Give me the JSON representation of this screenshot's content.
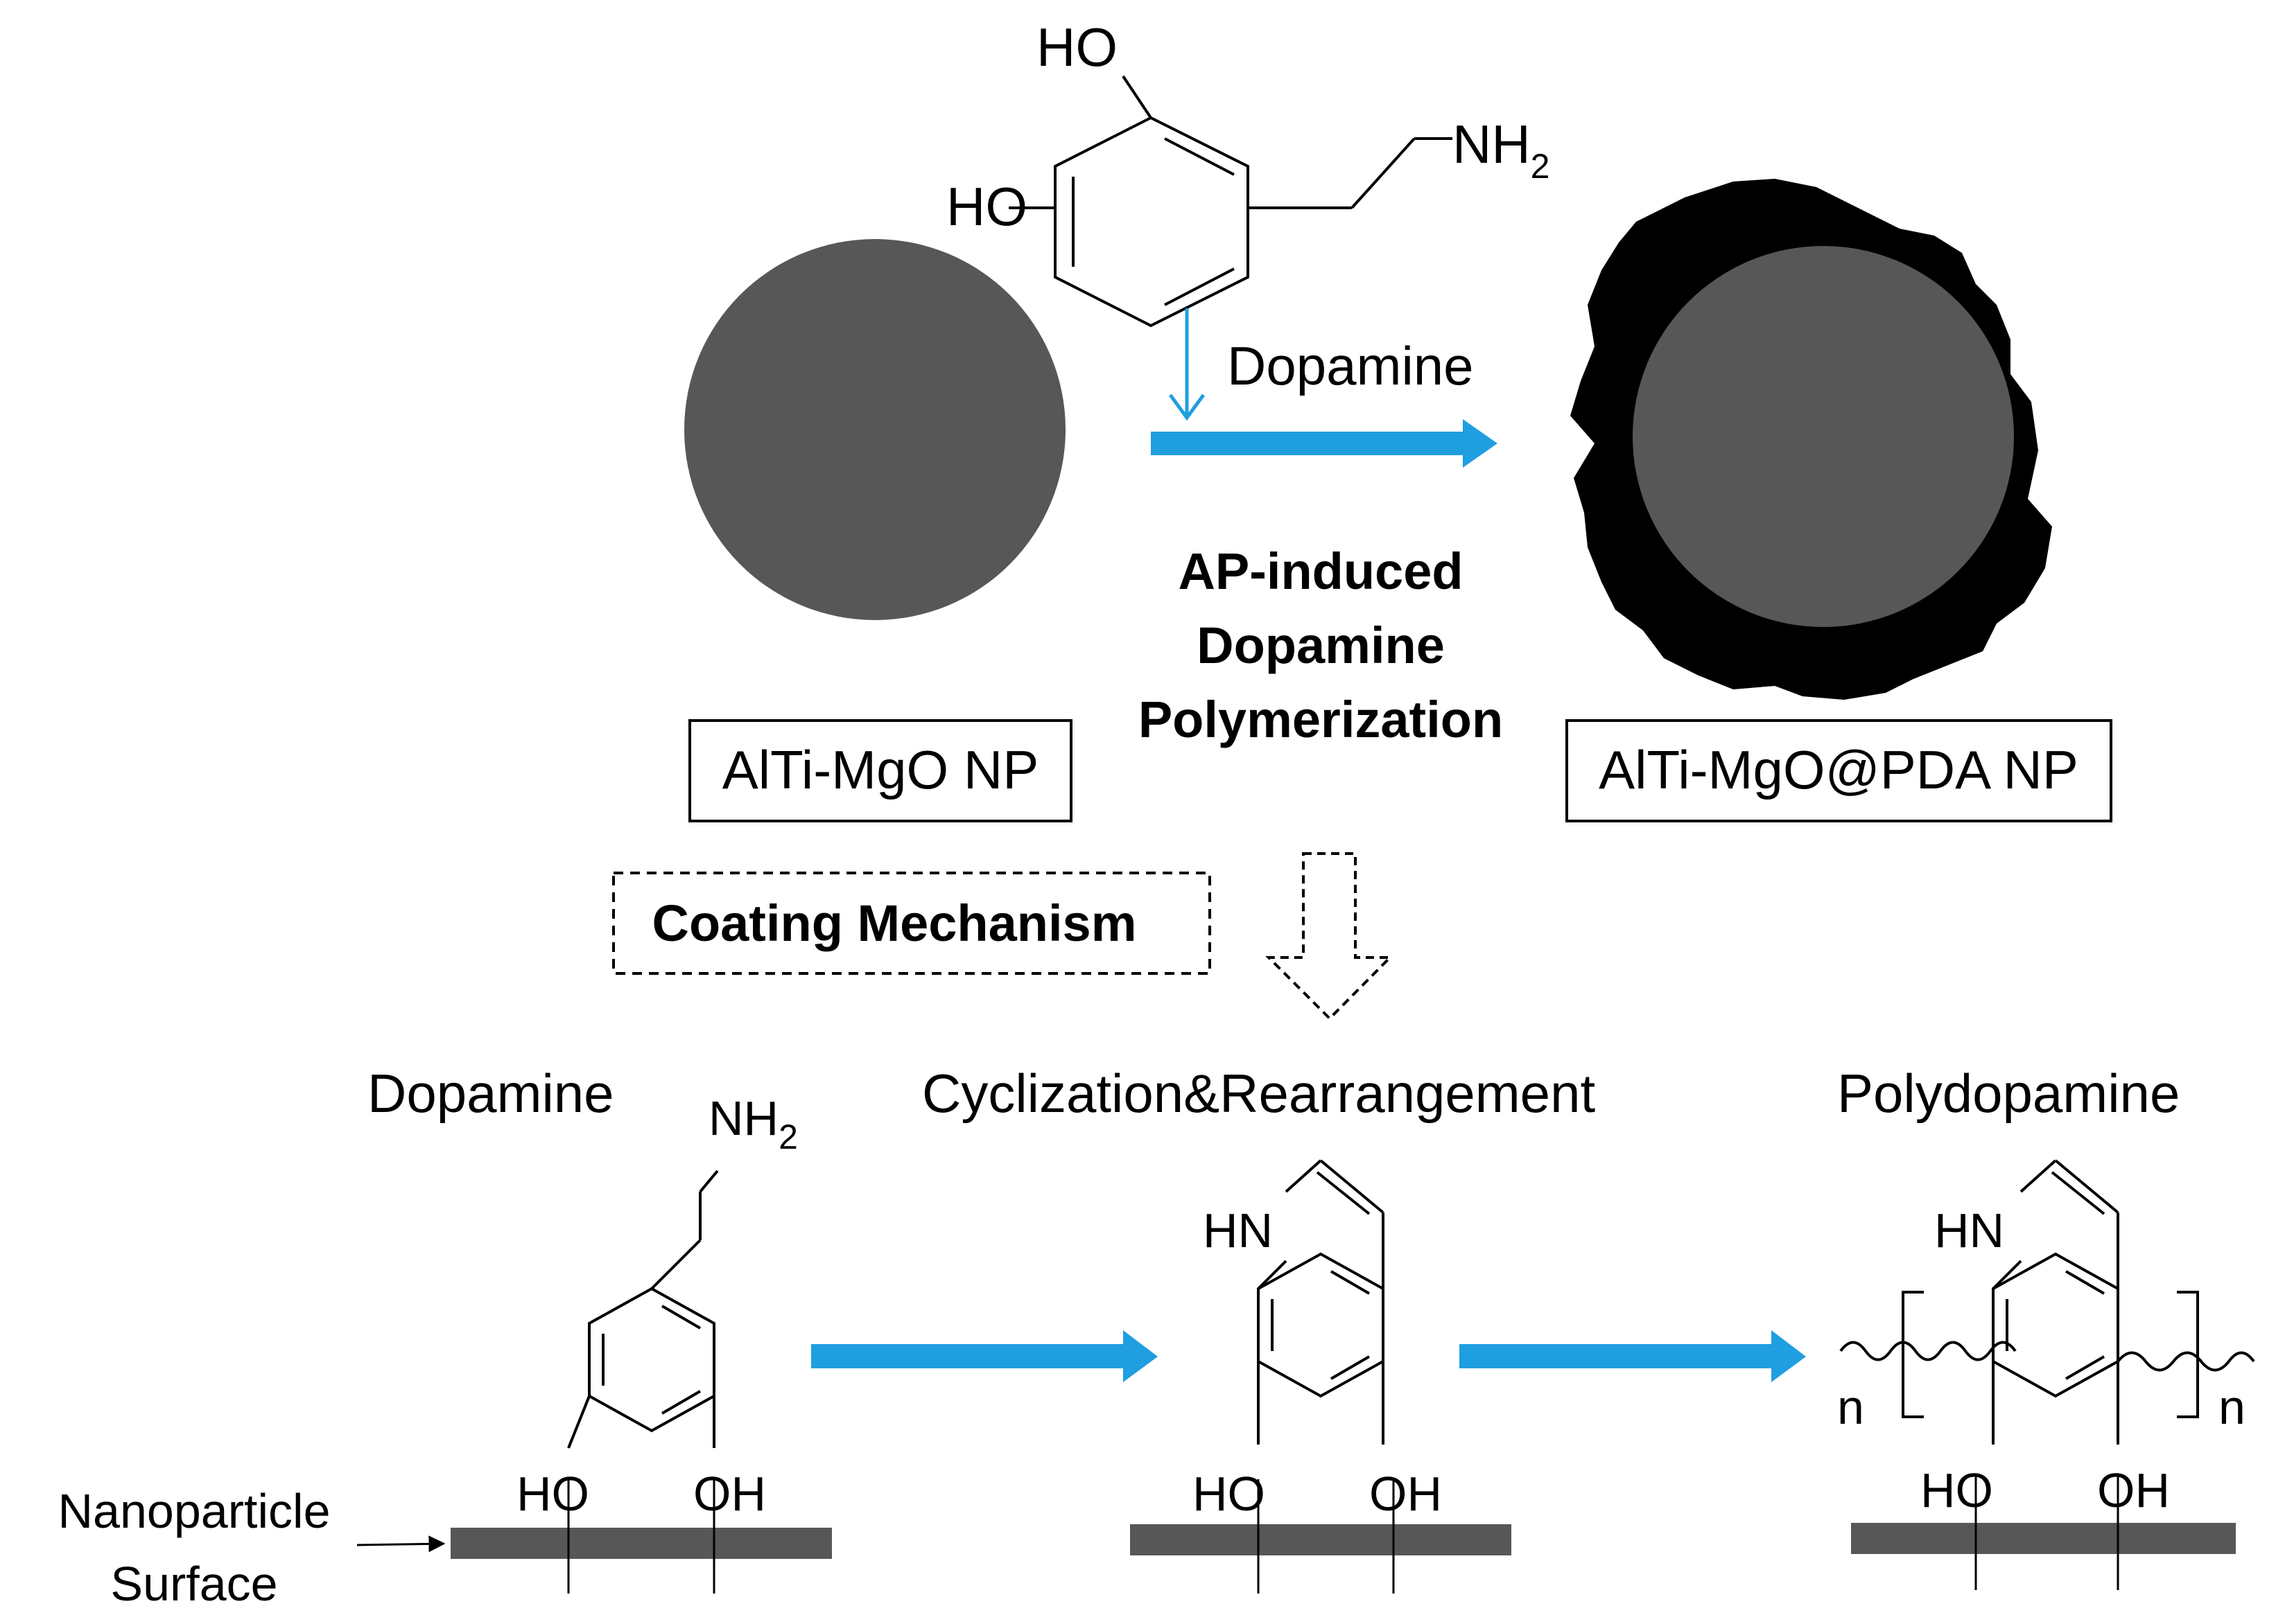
{
  "colors": {
    "core": "#575757",
    "shell": "#000000",
    "arrow": "#1f9ee0",
    "surface": "#575757",
    "line": "#000000"
  },
  "top": {
    "dopamine_molecule": {
      "ho_upper": "HO",
      "ho_lower": "HO",
      "amine": "NH",
      "amine_subscript": "2"
    },
    "reagent_label": "Dopamine",
    "process_label_lines": [
      "AP-induced",
      "Dopamine",
      "Polymerization"
    ],
    "left_particle_label": "AlTi-MgO NP",
    "right_particle_label": "AlTi-MgO@PDA NP"
  },
  "coating_mechanism_label": "Coating Mechanism",
  "bottom": {
    "stage_titles": [
      "Dopamine",
      "Cyclization&Rearrangement",
      "Polydopamine"
    ],
    "stage1": {
      "amine": "NH",
      "amine_subscript": "2",
      "ho": "HO",
      "oh": "OH"
    },
    "stage2": {
      "hn": "HN",
      "ho": "HO",
      "oh": "OH"
    },
    "stage3": {
      "hn": "HN",
      "ho": "HO",
      "oh": "OH",
      "n_left": "n",
      "n_right": "n"
    },
    "surface_label_lines": [
      "Nanoparticle",
      "Surface"
    ]
  },
  "icons": [
    "down-arrow-icon",
    "reaction-arrow-icon",
    "hollow-down-arrow-icon"
  ]
}
